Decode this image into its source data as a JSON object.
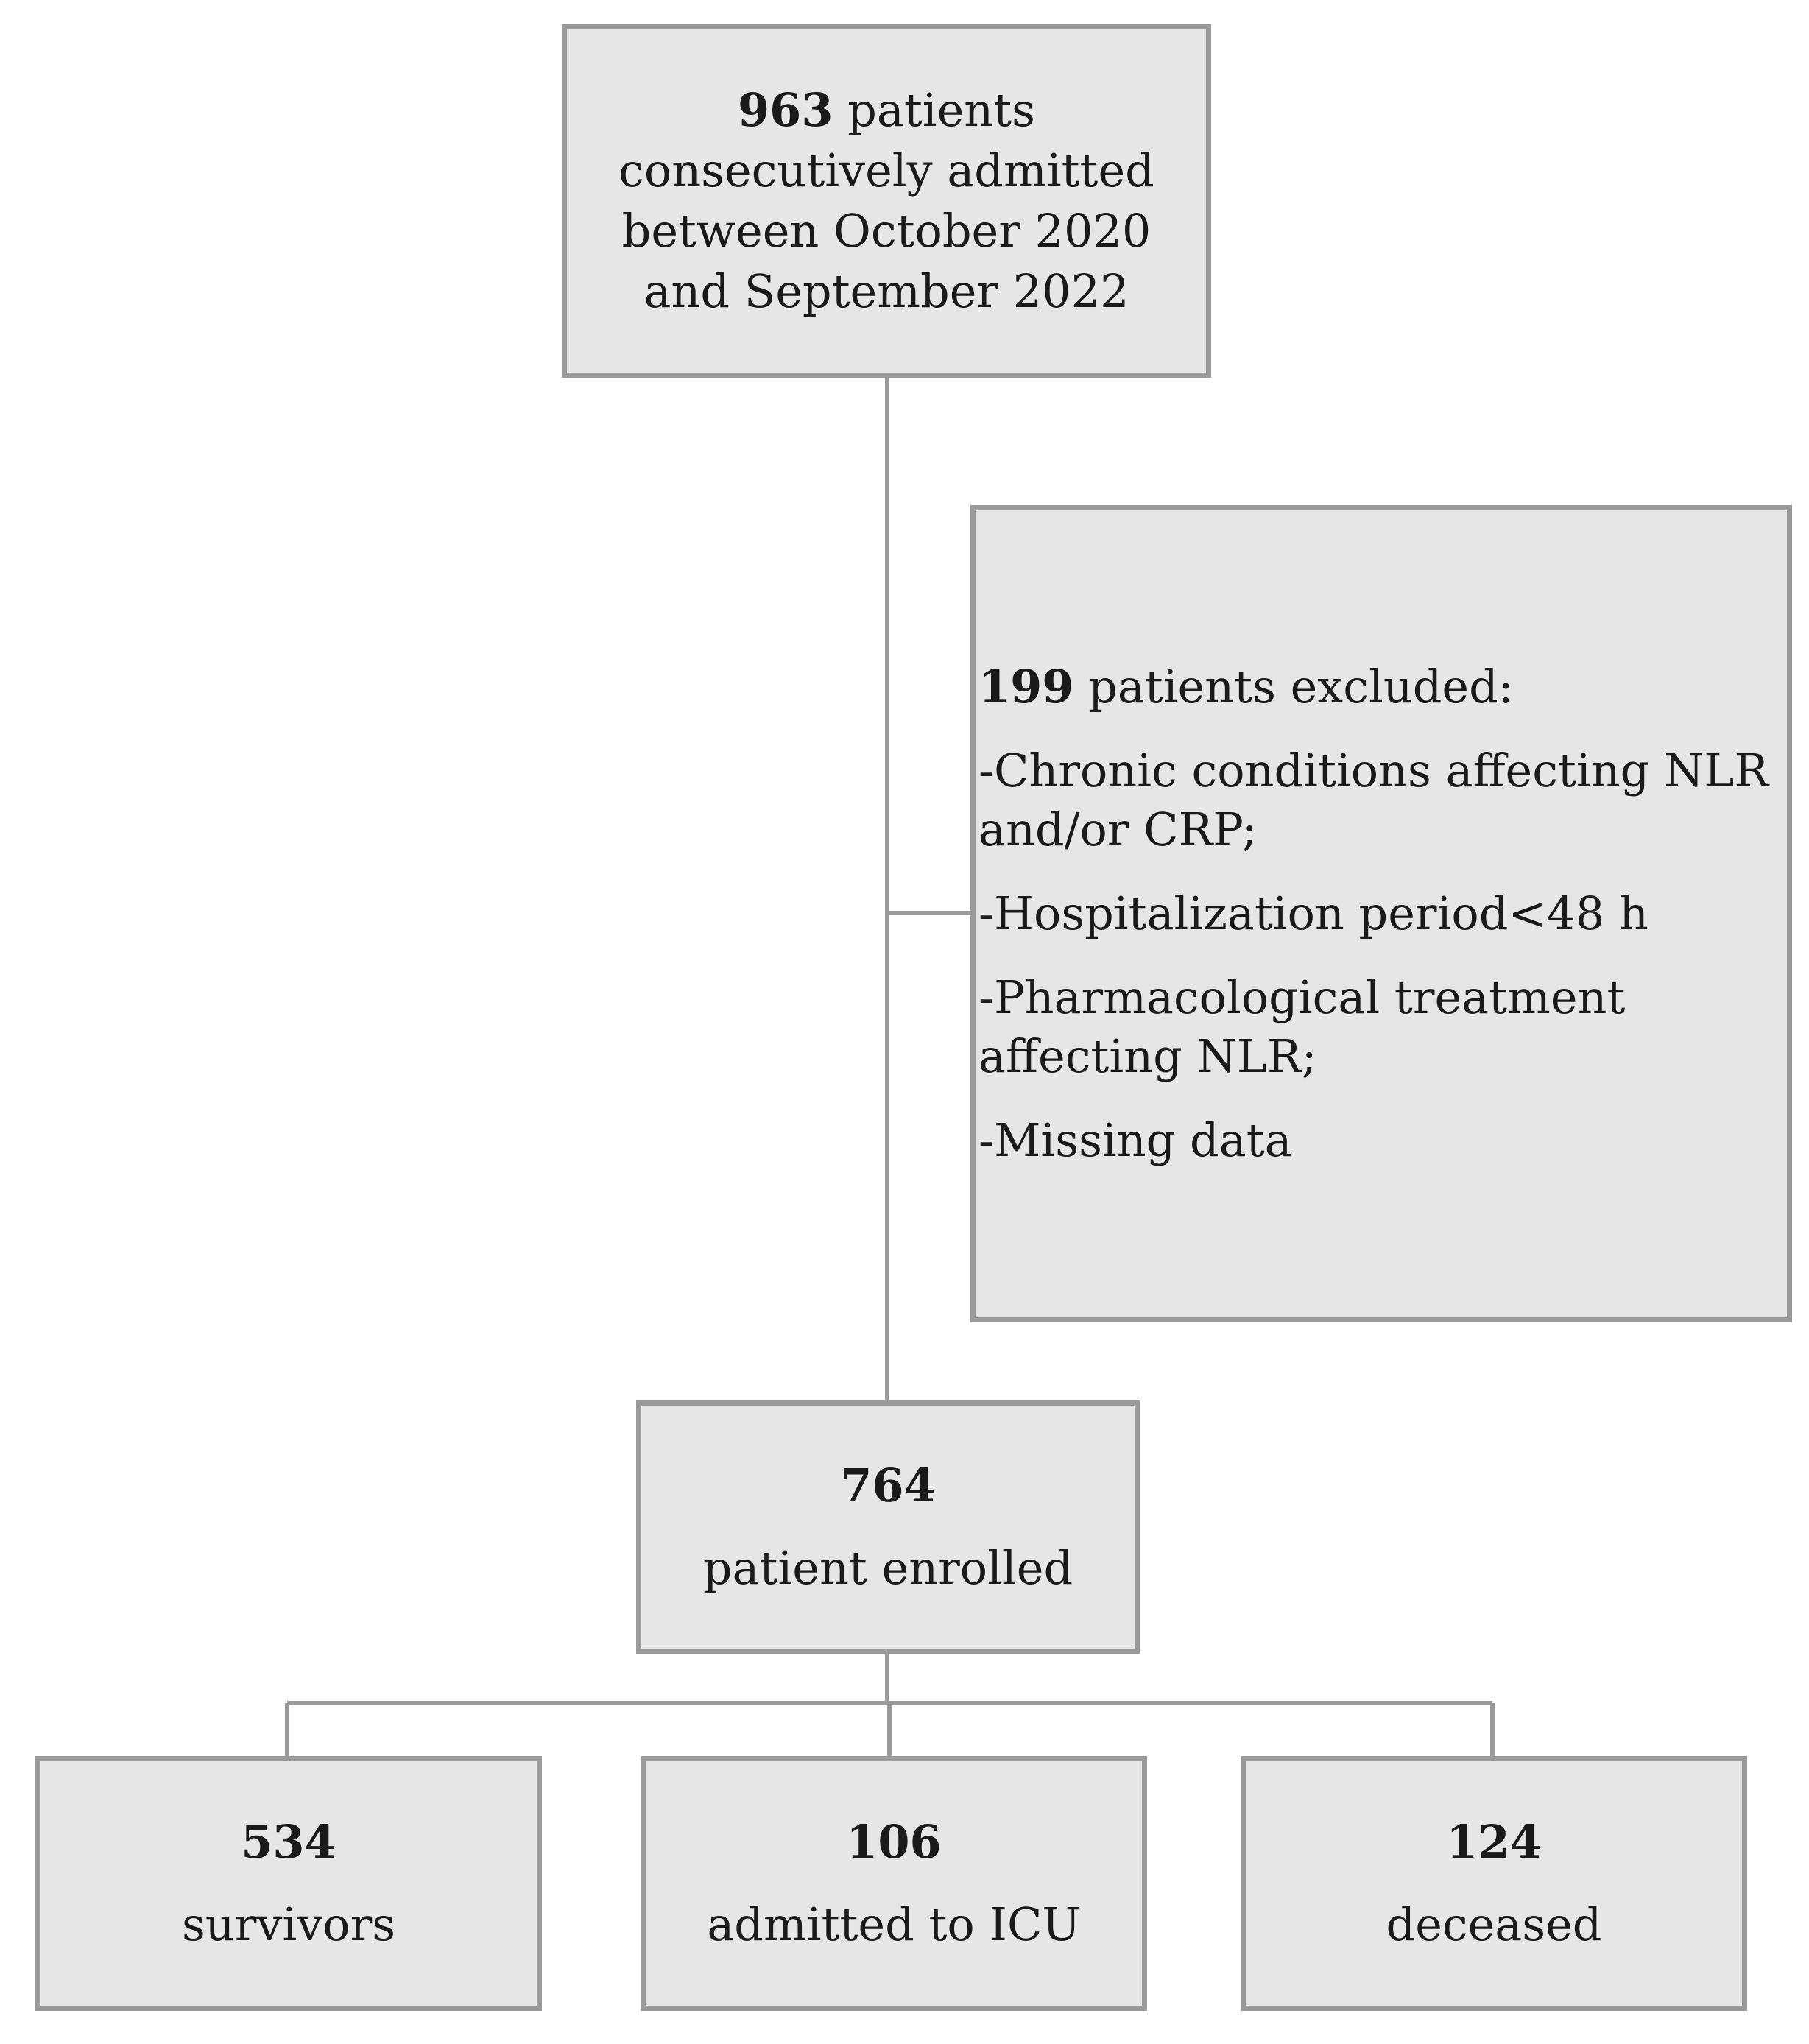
{
  "admitted": {
    "count": "963",
    "text": " patients consecutively admitted between October 2020 and September 2022"
  },
  "excluded": {
    "count": "199",
    "text": " patients excluded:",
    "criteria": [
      "-Chronic conditions affecting NLR and/or CRP;",
      "-Hospitalization period<48 h",
      "-Pharmacological treatment affecting NLR;",
      "-Missing data"
    ]
  },
  "enrolled": {
    "count": "764",
    "label": "patient enrolled"
  },
  "outcomes": [
    {
      "count": "534",
      "label": "survivors"
    },
    {
      "count": "106",
      "label": "admitted to ICU"
    },
    {
      "count": "124",
      "label": "deceased"
    }
  ],
  "colors": {
    "box_fill": "#e6e6e6",
    "box_border": "#9a9a9a",
    "connector": "#9a9a9a"
  }
}
